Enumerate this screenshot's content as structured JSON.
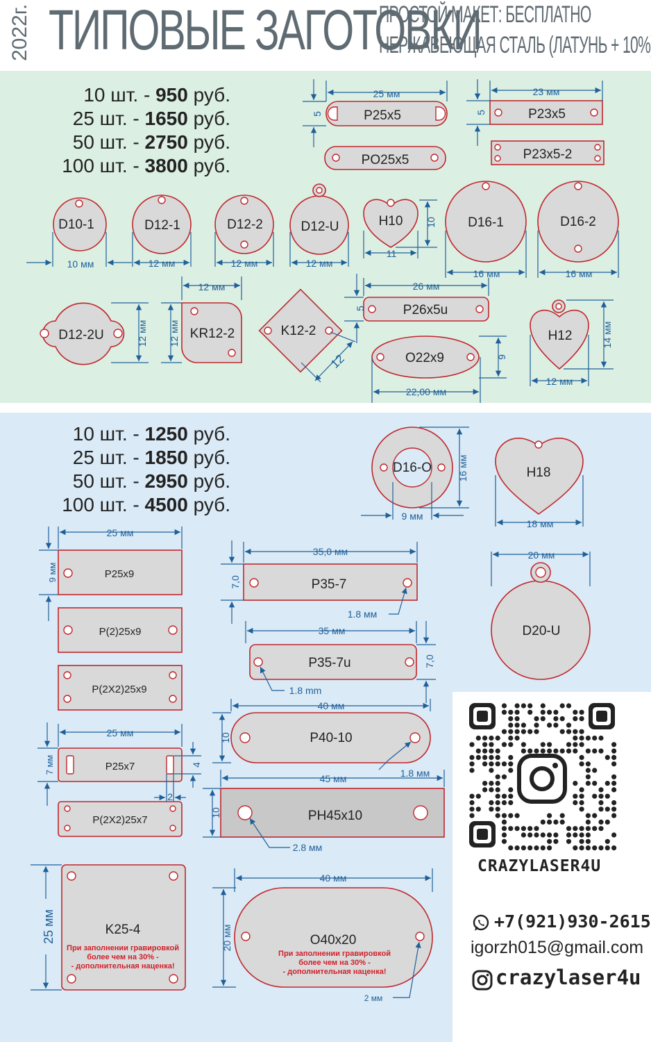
{
  "header": {
    "year": "2022г.",
    "title": "ТИПОВЫЕ ЗАГОТОВКИ",
    "subtitle1": "ПРОСТОЙ МАКЕТ: БЕСПЛАТНО",
    "subtitle2": "НЕРЖАВЕЮЩАЯ СТАЛЬ (ЛАТУНЬ + 10%)"
  },
  "green": {
    "prices": [
      {
        "qty": "10 шт. - ",
        "price": "950",
        "unit": " руб."
      },
      {
        "qty": "25 шт. - ",
        "price": "1650",
        "unit": " руб."
      },
      {
        "qty": "50 шт. - ",
        "price": "2750",
        "unit": " руб."
      },
      {
        "qty": "100 шт. - ",
        "price": "3800",
        "unit": " руб."
      }
    ],
    "items": {
      "p25x5": "P25x5",
      "po25x5": "PO25x5",
      "p23x5": "P23x5",
      "p23x5_2": "P23x5-2",
      "d10_1": "D10-1",
      "d12_1": "D12-1",
      "d12_2": "D12-2",
      "d12_u": "D12-U",
      "h10": "H10",
      "d16_1": "D16-1",
      "d16_2": "D16-2",
      "d12_2u": "D12-2U",
      "kr12_2": "KR12-2",
      "k12_2": "K12-2",
      "p26x5u": "P26x5u",
      "o22x9": "O22x9",
      "h12": "H12"
    },
    "dims": {
      "d25": "25 мм",
      "d5a": "5",
      "d23": "23 мм",
      "d5b": "5",
      "d10mm": "10 мм",
      "d12a": "12 мм",
      "d12b": "12 мм",
      "d12c": "12 мм",
      "d11": "11",
      "d10": "10",
      "d16a": "16 мм",
      "d16b": "16 мм",
      "d12top": "12 мм",
      "d12v1": "12 мм",
      "d12v2": "12 мм",
      "d12diag": "12",
      "d26": "26 мм",
      "d5c": "5",
      "d9": "9",
      "d22": "22,00 мм",
      "d14": "14 мм",
      "d12h": "12 мм"
    }
  },
  "blue": {
    "prices": [
      {
        "qty": "10 шт. - ",
        "price": "1250",
        "unit": " руб."
      },
      {
        "qty": "25 шт. - ",
        "price": "1850",
        "unit": " руб."
      },
      {
        "qty": "50 шт. - ",
        "price": "2950",
        "unit": " руб."
      },
      {
        "qty": "100 шт. - ",
        "price": "4500",
        "unit": " руб."
      }
    ],
    "items": {
      "d16_o": "D16-O",
      "h18": "H18",
      "p25x9": "P25x9",
      "p2_25x9": "P(2)25x9",
      "p2x2_25x9": "P(2X2)25x9",
      "p35_7": "P35-7",
      "p35_7u": "P35-7u",
      "d20_u": "D20-U",
      "p25x7": "P25x7",
      "p2x2_25x7": "P(2X2)25x7",
      "p40_10": "P40-10",
      "ph45x10": "PH45x10",
      "k25_4": "K25-4",
      "o40x20": "O40x20"
    },
    "dims": {
      "d16": "16 мм",
      "d9": "9 мм",
      "d18": "18 мм",
      "d20": "20 мм",
      "d25a": "25 мм",
      "d9v": "9 мм",
      "d35": "35,0 мм",
      "d7v": "7,0",
      "d18mm_a": "1.8 мм",
      "d35b": "35 мм",
      "d7vb": "7,0",
      "d18mm_b": "1.8 mm",
      "d40": "40 мм",
      "d10v": "10",
      "d18mm_c": "1.8 мм",
      "d25b": "25 мм",
      "d7mm": "7 мм",
      "d4": "4",
      "d2": "2",
      "d45": "45 мм",
      "d10v2": "10",
      "d28": "2.8 мм",
      "d25v": "25 мм",
      "d40b": "40 мм",
      "d20v": "20 мм",
      "d2mm": "2 мм"
    },
    "note_line1": "При заполнении гравировкой",
    "note_line2": "более чем на 30% -",
    "note_line3": "- дополнительная наценка!"
  },
  "contact": {
    "brand": "CRAZYLASER4U",
    "phone": "+7(921)930-2615",
    "email": "igorzh015@gmail.com",
    "instagram": "crazylaser4u"
  },
  "colors": {
    "fill": "#d9d9d9",
    "stroke": "#c0262c",
    "dim": "#1f5f99",
    "green_bg": "#dcefe3",
    "blue_bg": "#daeaf6",
    "text": "#5f6b72"
  }
}
